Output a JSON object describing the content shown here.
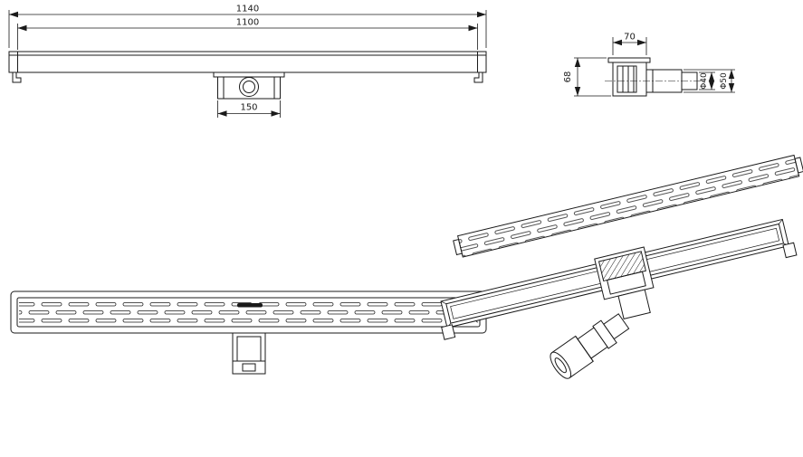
{
  "drawing": {
    "front_view": {
      "dim_overall_length": "1140",
      "dim_body_length": "1100",
      "dim_outlet_width": "150"
    },
    "end_view": {
      "dim_width": "70",
      "dim_height": "68",
      "dim_pipe_inner": "Φ40",
      "dim_pipe_outer": "Φ50"
    },
    "colors": {
      "line": "#1a1a1a",
      "background": "#ffffff"
    }
  }
}
